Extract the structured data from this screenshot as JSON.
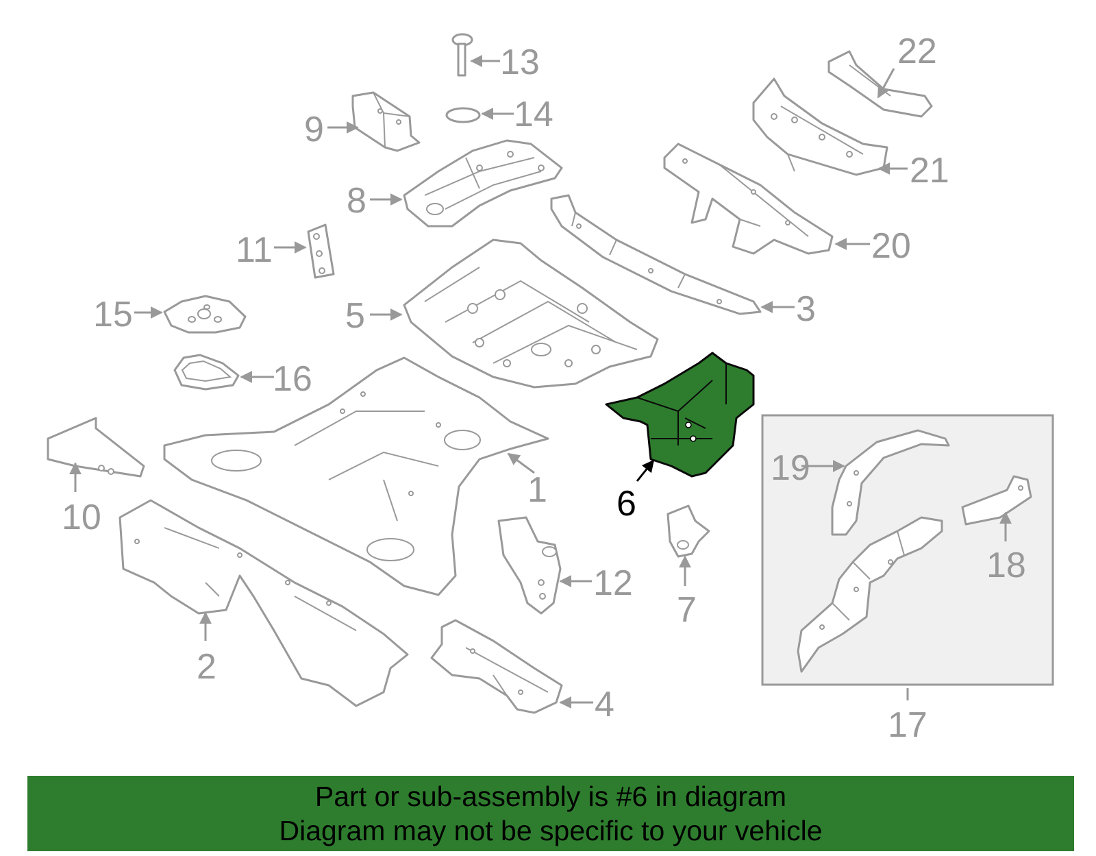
{
  "callouts": {
    "c1": "1",
    "c2": "2",
    "c3": "3",
    "c4": "4",
    "c5": "5",
    "c6": "6",
    "c7": "7",
    "c8": "8",
    "c9": "9",
    "c10": "10",
    "c11": "11",
    "c12": "12",
    "c13": "13",
    "c14": "14",
    "c15": "15",
    "c16": "16",
    "c17": "17",
    "c18": "18",
    "c19": "19",
    "c20": "20",
    "c21": "21",
    "c22": "22"
  },
  "highlighted_part": "6",
  "banner": {
    "line1": "Part or sub-assembly is #6 in diagram",
    "line2": "Diagram may not be specific to your vehicle"
  },
  "colors": {
    "banner_background": "#2e7d2e",
    "highlight_fill": "#2e7d2e",
    "line_art": "#999999"
  }
}
